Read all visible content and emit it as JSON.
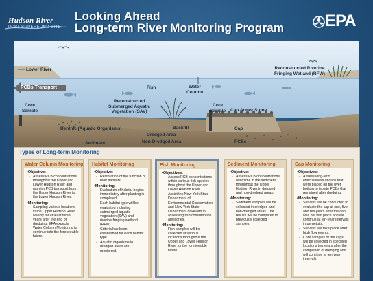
{
  "header": {
    "logo_main": "Hudson River",
    "logo_sub": "PCBs SUPERFUND SITE",
    "title_line1": "Looking Ahead",
    "title_line2": "Long-term River Monitoring Program",
    "agency": "EPA"
  },
  "diagram_labels": {
    "lower_river": "Lower River",
    "pcbs_transport": "PCBs Transport",
    "fish": "Fish",
    "water_column": [
      "Water",
      "Column"
    ],
    "reconstructed_wetland": [
      "Reconstructed Riverine",
      "Fringing Wetland (RFW)"
    ],
    "core_sample_left": [
      "Core",
      "Sample"
    ],
    "core_sample_right": [
      "Core",
      "Sample"
    ],
    "reconstructed_sav": [
      "Reconstructed",
      "Submerged Aquatic",
      "Vegetation (SAV)"
    ],
    "cap_armor_stone": "Cap Armor Stone",
    "benthic": "Benthic (Aquatic Organisms)",
    "backfill": "Backfill",
    "cap": "Cap",
    "dredged_area": "Dredged Area",
    "sediment": "Sediment",
    "non_dredged_area": "Non-Dredged Area",
    "pcbs": "PCBs"
  },
  "section_title": "Types of Long-term Monitoring",
  "columns": [
    {
      "title": "Water Column Monitoring",
      "sections": [
        {
          "heading": "Objective:",
          "items": [
            "Assess PCB concentrations throughout the Upper and Lower Hudson River and monitor PCB transport from the Upper Hudson River to the Lower Hudson River."
          ]
        },
        {
          "heading": "Monitoring:",
          "items": [
            "Sampling various locations in the Upper Hudson River weekly for at least three years after the end of dredging. EPA expects Water Column Monitoring to continue into the foreseeable future."
          ]
        }
      ]
    },
    {
      "title": "Habitat Monitoring",
      "sections": [
        {
          "heading": "Objective:",
          "items": [
            "Restoration of the function of river habitats."
          ]
        },
        {
          "heading": "Monitoring:",
          "items": [
            "Evaluation of habitat begins immediately after planting is completed.",
            "Each habitat type will be evaluated including submerged aquatic vegetation (SAV) and riverine fringing wetland (RFW).",
            "Criteria has been established for each habitat type.",
            "Aquatic organisms in dredged areas are monitored."
          ]
        }
      ]
    },
    {
      "title": "Fish Monitoring",
      "sections": [
        {
          "heading": "Objectives:",
          "items": [
            "Assess PCB concentrations within various fish species throughout the Upper and Lower Hudson River.",
            "Assist the New York State Department of Environmental Conservation and New York State Department of Health in assessing fish consumption advisories."
          ]
        },
        {
          "heading": "Monitoring:",
          "items": [
            "Fish samples will be collected at various locations throughout the Upper and Lower Hudson River for the foreseeable future."
          ]
        }
      ]
    },
    {
      "title": "Sediment Monitoring",
      "sections": [
        {
          "heading": "Objective:",
          "items": [
            "Assess PCB concentrations over time in the sediment throughout the Upper Hudson River in dredged and non-dredged areas."
          ]
        },
        {
          "heading": "Monitoring:",
          "items": [
            "Sediment samples will be collected in dredged and non-dredged areas. The results will be compared to previously collected samples."
          ]
        }
      ]
    },
    {
      "title": "Cap Monitoring",
      "sections": [
        {
          "heading": "Objectives:",
          "items": [
            "Assess long-term effectiveness of caps that were placed on the river bottom to isolate PCBs that remained after dredging."
          ]
        },
        {
          "heading": "Monitoring:",
          "items": [
            "Surveys will be conducted to evaluate the cap at one, five, and ten years after the cap was put into place and will continue at ten-year intervals in perpetuity.",
            "Surveys will take place after high flow events.",
            "Core samples of the caps will be collected in specified locations ten years after the completion of dredging and will continue at ten-year intervals."
          ]
        }
      ]
    }
  ],
  "colors": {
    "title_blue": "#245a93",
    "column_heading": "#b0591c",
    "panel": "#efe9df",
    "column_border": "#cbb690"
  }
}
